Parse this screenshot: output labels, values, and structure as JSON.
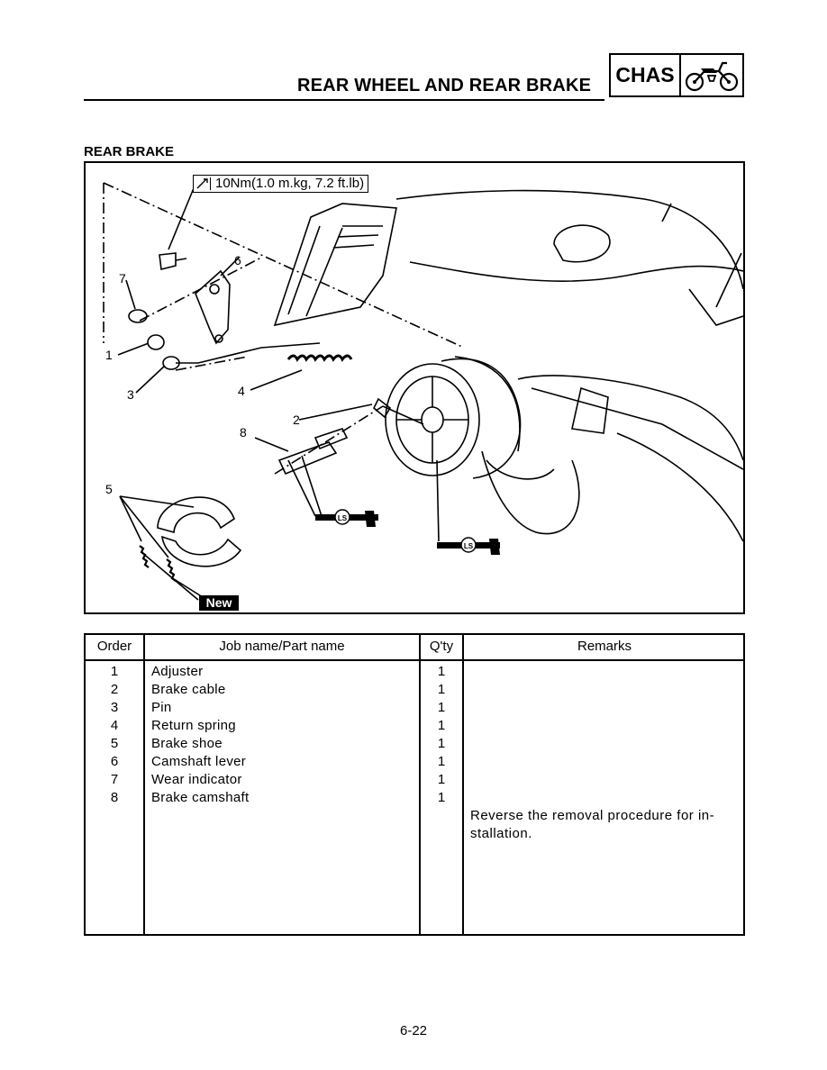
{
  "header": {
    "title": "REAR WHEEL AND REAR BRAKE",
    "section_code": "CHAS",
    "section_icon": "motorcycle-icon"
  },
  "section_title": "REAR BRAKE",
  "figure": {
    "torque_spec": "10Nm(1.0 m.kg, 7.2 ft.lb)",
    "torque_icon": "torque-wrench-icon",
    "callouts": [
      "1",
      "2",
      "3",
      "4",
      "5",
      "6",
      "7",
      "8"
    ],
    "new_badge": "New",
    "lube_label": "LS",
    "lube_icon": "grease-gun-icon"
  },
  "table": {
    "headers": {
      "order": "Order",
      "name": "Job name/Part name",
      "qty": "Q'ty",
      "remarks": "Remarks"
    },
    "rows": [
      {
        "order": "1",
        "name": "Adjuster",
        "qty": "1"
      },
      {
        "order": "2",
        "name": "Brake cable",
        "qty": "1"
      },
      {
        "order": "3",
        "name": "Pin",
        "qty": "1"
      },
      {
        "order": "4",
        "name": "Return spring",
        "qty": "1"
      },
      {
        "order": "5",
        "name": "Brake shoe",
        "qty": "1"
      },
      {
        "order": "6",
        "name": "Camshaft lever",
        "qty": "1"
      },
      {
        "order": "7",
        "name": "Wear indicator",
        "qty": "1"
      },
      {
        "order": "8",
        "name": "Brake camshaft",
        "qty": "1"
      }
    ],
    "remarks_line1": "Reverse the removal procedure for in-",
    "remarks_line2": "stallation."
  },
  "page_number": "6-22"
}
